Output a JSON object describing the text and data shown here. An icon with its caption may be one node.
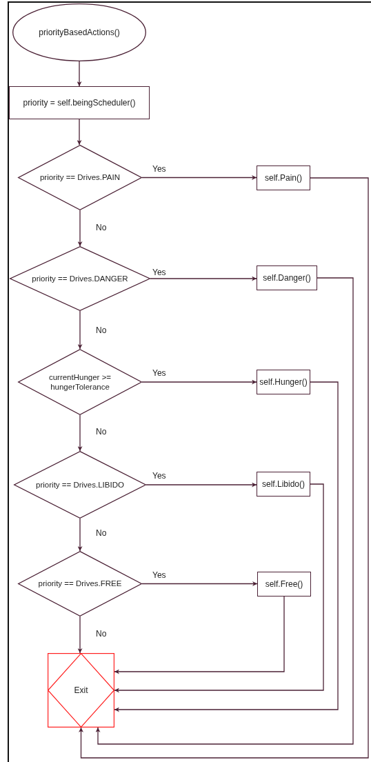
{
  "diagram": {
    "nodes": [
      {
        "text": [
          "priorityBasedActions()"
        ]
      },
      {
        "text": [
          "priority = self.beingScheduler()"
        ]
      },
      {
        "text": [
          "priority == Drives.PAIN"
        ]
      },
      {
        "text": [
          "self.Pain()"
        ]
      },
      {
        "text": [
          "priority == Drives.DANGER"
        ]
      },
      {
        "text": [
          "self.Danger()"
        ]
      },
      {
        "text": [
          "currentHunger >= hungerTolerance"
        ]
      },
      {
        "text": [
          "self.Hunger()"
        ]
      },
      {
        "text": [
          "priority == Drives.LIBIDO"
        ]
      },
      {
        "text": [
          "self.Libido()"
        ]
      },
      {
        "text": [
          "priority == Drives.FREE"
        ]
      },
      {
        "text": [
          "self.Free()"
        ]
      },
      {
        "text": [
          "Exit"
        ]
      }
    ],
    "edges": [
      {
        "from": 0,
        "to": 1,
        "arrow": "to"
      },
      {
        "from": 1,
        "to": 2,
        "arrow": "to"
      },
      {
        "from": 2,
        "to": 3,
        "arrow": "to",
        "label": "Yes"
      },
      {
        "from": 2,
        "to": 4,
        "arrow": "to",
        "label": "No"
      },
      {
        "from": 4,
        "to": 5,
        "arrow": "to",
        "label": "Yes"
      },
      {
        "from": 4,
        "to": 6,
        "arrow": "to",
        "label": "No"
      },
      {
        "from": 6,
        "to": 7,
        "arrow": "to",
        "label": "Yes"
      },
      {
        "from": 6,
        "to": 8,
        "arrow": "to",
        "label": "No"
      },
      {
        "from": 8,
        "to": 9,
        "arrow": "to",
        "label": "Yes"
      },
      {
        "from": 8,
        "to": 10,
        "arrow": "to",
        "label": "No"
      },
      {
        "from": 10,
        "to": 11,
        "arrow": "to",
        "label": "Yes"
      },
      {
        "from": 10,
        "to": 12,
        "arrow": "to",
        "label": "No"
      },
      {
        "from": 3,
        "to": 12,
        "arrow": "to"
      },
      {
        "from": 5,
        "to": 12,
        "arrow": "to"
      },
      {
        "from": 7,
        "to": 12,
        "arrow": "to"
      },
      {
        "from": 9,
        "to": 12,
        "arrow": "to"
      },
      {
        "from": 11,
        "to": 12,
        "arrow": "to"
      }
    ]
  }
}
